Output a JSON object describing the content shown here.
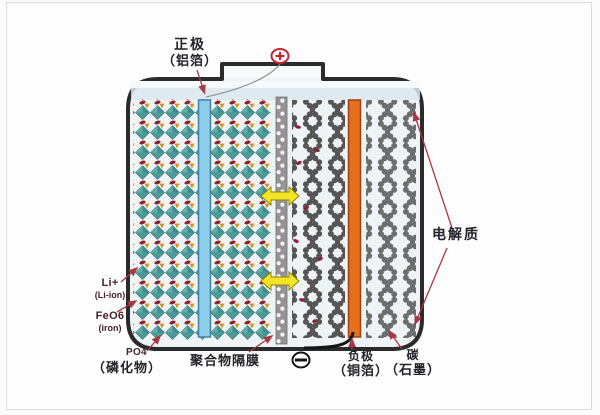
{
  "diagram": {
    "labels": {
      "cathode": {
        "line1": "正极",
        "line2": "（铝箔）"
      },
      "electrolyte": "电解质",
      "li_ion": {
        "formula": "Li+",
        "name": "(Li-ion)"
      },
      "feo6": {
        "formula": "FeO6",
        "name": "(iron)"
      },
      "po4": {
        "formula": "PO4",
        "name": "（磷化物）"
      },
      "separator": "聚合物隔膜",
      "anode": {
        "line1": "负极",
        "line2": "（铜箔）"
      },
      "carbon": {
        "line1": "碳",
        "line2": "（石墨）"
      }
    },
    "icons": {
      "positive_terminal": "circled-plus",
      "negative_terminal": "circled-minus",
      "ion_shuttle": "double-headed-yellow-arrow"
    },
    "colors": {
      "pointer_red": "#a83845",
      "terminal_red": "#c22531",
      "aluminum_foil_blue": "#8bcdeb",
      "copper_foil_orange": "#e2701c",
      "crystal_teal": "#4d9b99",
      "lithium_ion_red": "#8e2034",
      "phosphate_orange": "#d89018",
      "graphite_gray": "#565656",
      "separator_gray": "#949494",
      "arrow_yellow": "#f4e428",
      "case_black": "#2b2b2b"
    }
  }
}
